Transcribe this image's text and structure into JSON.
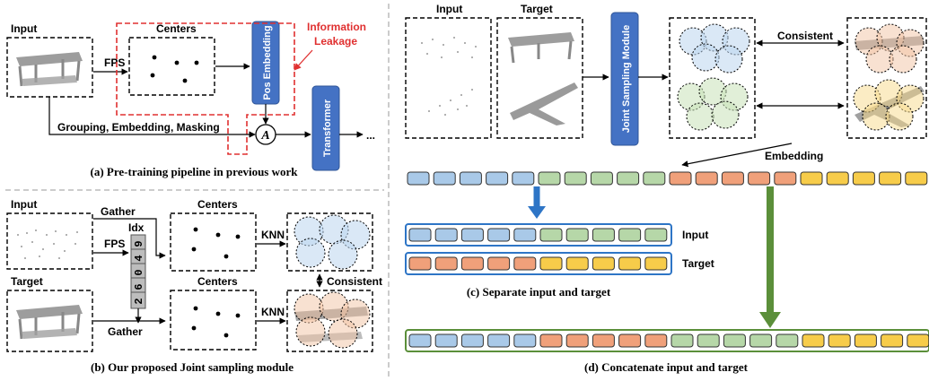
{
  "panel_a": {
    "input_label": "Input",
    "centers_label": "Centers",
    "fps_label": "FPS",
    "pos_embedding": "Pos Embedding",
    "leak_line1": "Information",
    "leak_line2": "Leakage",
    "grouping_label": "Grouping, Embedding, Masking",
    "a_symbol": "A",
    "transformer": "Transformer",
    "ellipsis": "...",
    "caption": "(a) Pre-training pipeline in previous work"
  },
  "panel_b": {
    "input_label": "Input",
    "target_label": "Target",
    "gather_top": "Gather",
    "gather_bottom": "Gather",
    "idx_label": "Idx",
    "idx_digits": [
      "2",
      "6",
      "0",
      "4",
      "9"
    ],
    "fps_label": "FPS",
    "centers_top": "Centers",
    "centers_bottom": "Centers",
    "knn_top": "KNN",
    "knn_bottom": "KNN",
    "consistent": "Consistent",
    "caption": "(b) Our proposed Joint sampling module"
  },
  "panel_cd": {
    "input_label": "Input",
    "target_label": "Target",
    "joint_module": "Joint Sampling Module",
    "consistent": "Consistent",
    "embedding": "Embedding",
    "token_row_input": "Input",
    "token_row_target": "Target",
    "caption_c": "(c) Separate input and target",
    "caption_d": "(d) Concatenate input and target"
  },
  "colors": {
    "blue_token": "#a9c9e8",
    "green_token": "#b6d7a8",
    "orange_token": "#f0a07a",
    "yellow_token": "#f7cc4a",
    "module_blue": "#4472c4",
    "leak_red": "#e03030",
    "arrow_blue": "#2e75c6",
    "arrow_green": "#5b8f3a"
  }
}
